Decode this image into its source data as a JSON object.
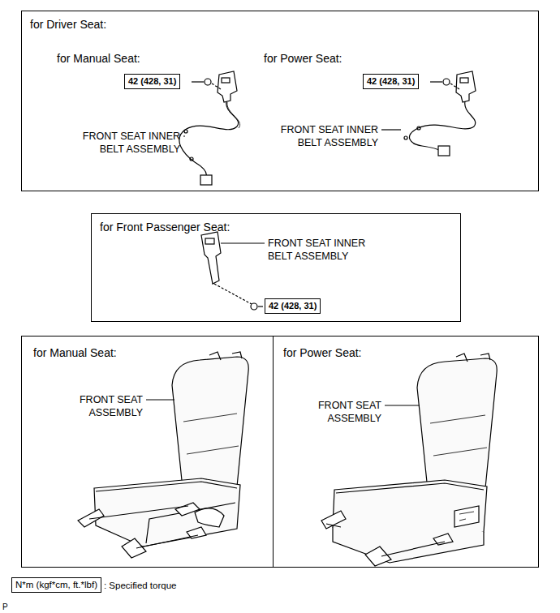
{
  "diagram": {
    "nodes": [
      {
        "text": [
          "for Driver Seat:"
        ]
      },
      {
        "text": [
          "42 (428, 31)"
        ],
        "in": 0
      },
      {
        "text": [
          "42 (428, 31)"
        ],
        "in": 0
      },
      {
        "text": [
          "for Front Passenger Seat:"
        ]
      },
      {
        "text": [
          "42 (428, 31)"
        ],
        "in": 3
      },
      {
        "text": [
          "for Manual Seat:"
        ]
      },
      {
        "text": [
          "for Power Seat:"
        ]
      },
      {
        "text": [
          "N*m (kgf*cm, ft.*lbf)"
        ]
      }
    ],
    "edges": [],
    "labels": [
      "for Manual Seat:",
      "for Power Seat:",
      "FRONT SEAT INNER BELT ASSEMBLY",
      "FRONT SEAT INNER BELT ASSEMBLY",
      "FRONT SEAT INNER BELT ASSEMBLY",
      "FRONT SEAT ASSEMBLY",
      "FRONT SEAT ASSEMBLY",
      ": Specified torque",
      "P"
    ]
  }
}
